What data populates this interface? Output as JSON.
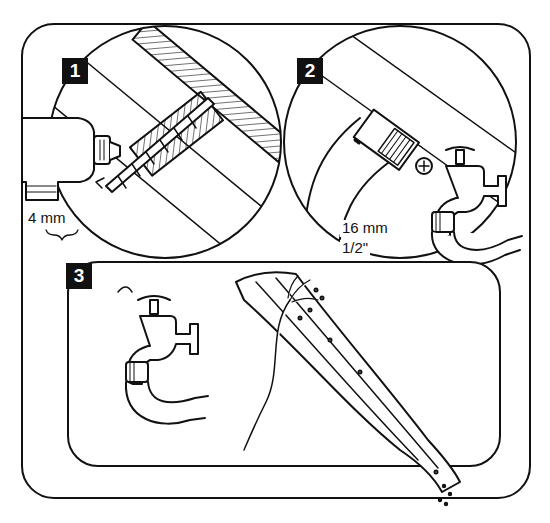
{
  "diagram": {
    "labels": [
      "1",
      "2",
      "3",
      "4 mm",
      "16 mm",
      "1/2\""
    ]
  }
}
